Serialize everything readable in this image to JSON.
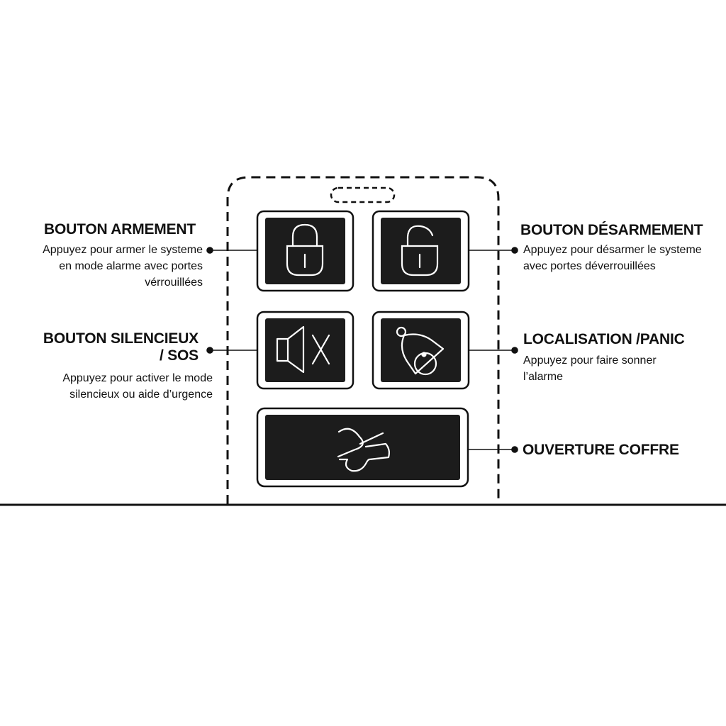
{
  "callouts": {
    "armement": {
      "title": "BOUTON ARMEMENT",
      "desc_lines": [
        "Appuyez pour armer le systeme",
        "en mode alarme avec portes",
        "vérrouillées"
      ]
    },
    "desarmement": {
      "title": "BOUTON DÉSARMEMENT",
      "desc_lines": [
        "Appuyez pour désarmer le systeme",
        "avec portes déverrouillées"
      ]
    },
    "silencieux": {
      "title_lines": [
        "BOUTON SILENCIEUX",
        "/ SOS"
      ],
      "desc_lines": [
        "Appuyez pour activer le mode",
        "silencieux ou aide d’urgence"
      ]
    },
    "panic": {
      "title": "LOCALISATION /PANIC",
      "desc_lines": [
        "Appuyez pour faire sonner",
        "l’alarme"
      ]
    },
    "coffre": {
      "title": "OUVERTURE COFFRE"
    }
  },
  "buttons": [
    {
      "name": "lock-button",
      "icon": "lock-icon"
    },
    {
      "name": "unlock-button",
      "icon": "unlock-icon"
    },
    {
      "name": "mute-button",
      "icon": "speaker-mute-icon"
    },
    {
      "name": "bell-button",
      "icon": "bell-icon"
    },
    {
      "name": "trunk-button",
      "icon": "trunk-open-icon"
    }
  ],
  "colors": {
    "ink": "#111111",
    "key": "#1c1c1c",
    "background": "#ffffff"
  }
}
